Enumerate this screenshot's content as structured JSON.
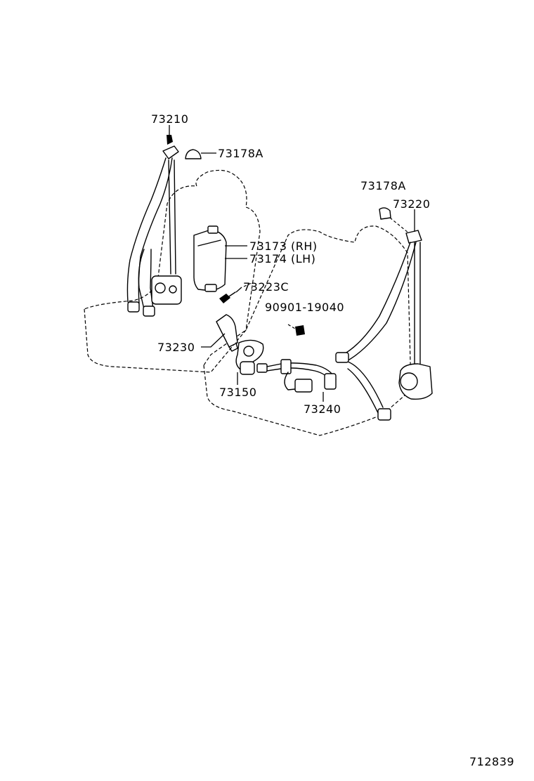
{
  "labels": {
    "p73210": "73210",
    "p73178a_left": "73178A",
    "p73178a_right": "73178A",
    "p73220": "73220",
    "p73173": "73173 (RH)",
    "p73174": "73174 (LH)",
    "p73223c": "73223C",
    "p90901": "90901-19040",
    "p73230": "73230",
    "p73150": "73150",
    "p73240": "73240"
  },
  "figure_number": "712839"
}
